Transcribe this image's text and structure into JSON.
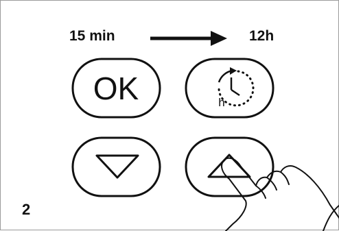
{
  "figure": {
    "step_number": "2",
    "time_from": "15 min",
    "time_to": "12h",
    "buttons": {
      "ok_label": "OK",
      "timer_unit_label": "h"
    },
    "icons": [
      "arrow-right-icon",
      "timer-icon",
      "triangle-down-icon",
      "triangle-up-icon",
      "finger-press-icon"
    ],
    "colors": {
      "ink": "#111111",
      "background": "#ffffff",
      "frame": "#9a9a9a"
    }
  }
}
